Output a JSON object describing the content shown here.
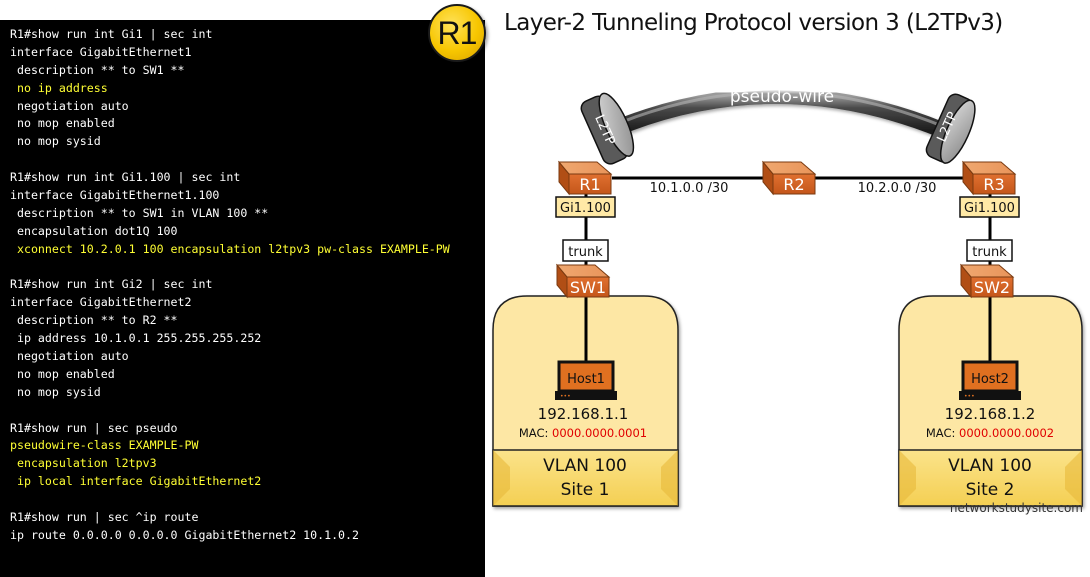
{
  "badge": {
    "label": "R1"
  },
  "title": "Layer-2 Tunneling Protocol version 3 (L2TPv3)",
  "terminal": {
    "lines": [
      {
        "text": "R1#show run int Gi1 | sec int",
        "highlight": false
      },
      {
        "text": "interface GigabitEthernet1",
        "highlight": false
      },
      {
        "text": " description ** to SW1 **",
        "highlight": false
      },
      {
        "text": " no ip address",
        "highlight": true
      },
      {
        "text": " negotiation auto",
        "highlight": false
      },
      {
        "text": " no mop enabled",
        "highlight": false
      },
      {
        "text": " no mop sysid",
        "highlight": false
      },
      {
        "text": "",
        "highlight": false
      },
      {
        "text": "R1#show run int Gi1.100 | sec int",
        "highlight": false
      },
      {
        "text": "interface GigabitEthernet1.100",
        "highlight": false
      },
      {
        "text": " description ** to SW1 in VLAN 100 **",
        "highlight": false
      },
      {
        "text": " encapsulation dot1Q 100",
        "highlight": false
      },
      {
        "text": " xconnect 10.2.0.1 100 encapsulation l2tpv3 pw-class EXAMPLE-PW",
        "highlight": true
      },
      {
        "text": "",
        "highlight": false
      },
      {
        "text": "R1#show run int Gi2 | sec int",
        "highlight": false
      },
      {
        "text": "interface GigabitEthernet2",
        "highlight": false
      },
      {
        "text": " description ** to R2 **",
        "highlight": false
      },
      {
        "text": " ip address 10.1.0.1 255.255.255.252",
        "highlight": false
      },
      {
        "text": " negotiation auto",
        "highlight": false
      },
      {
        "text": " no mop enabled",
        "highlight": false
      },
      {
        "text": " no mop sysid",
        "highlight": false
      },
      {
        "text": "",
        "highlight": false
      },
      {
        "text": "R1#show run | sec pseudo",
        "highlight": false
      },
      {
        "text": "pseudowire-class EXAMPLE-PW",
        "highlight": true
      },
      {
        "text": " encapsulation l2tpv3",
        "highlight": true
      },
      {
        "text": " ip local interface GigabitEthernet2",
        "highlight": true
      },
      {
        "text": "",
        "highlight": false
      },
      {
        "text": "R1#show run | sec ^ip route",
        "highlight": false
      },
      {
        "text": "ip route 0.0.0.0 0.0.0.0 GigabitEthernet2 10.1.0.2",
        "highlight": false
      }
    ]
  },
  "diagram": {
    "pseudowire_label": "pseudo-wire",
    "tunnel_endpoints": [
      "L2TP",
      "L2TP"
    ],
    "routers": [
      {
        "id": "r1",
        "label": "R1"
      },
      {
        "id": "r2",
        "label": "R2"
      },
      {
        "id": "r3",
        "label": "R3"
      }
    ],
    "links": [
      {
        "id": "r1-r2",
        "label": "10.1.0.0 /30"
      },
      {
        "id": "r2-r3",
        "label": "10.2.0.0 /30"
      }
    ],
    "sites": [
      {
        "interface": "Gi1.100",
        "link": "trunk",
        "switch": "SW1",
        "host": "Host1",
        "ip": "192.168.1.1",
        "mac_label": "MAC:",
        "mac": "0000.0000.0001",
        "vlan": "VLAN 100",
        "site": "Site 1"
      },
      {
        "interface": "Gi1.100",
        "link": "trunk",
        "switch": "SW2",
        "host": "Host2",
        "ip": "192.168.1.2",
        "mac_label": "MAC:",
        "mac": "0000.0000.0002",
        "vlan": "VLAN 100",
        "site": "Site 2"
      }
    ],
    "watermark": "networkstudysite.com"
  },
  "colors": {
    "terminal_bg": "#000000",
    "terminal_text": "#ffffff",
    "terminal_highlight": "#ffff33",
    "device_orange": "#d5651f",
    "interface_box": "#ffe9a6",
    "site_area": "#fde7a4",
    "site_footer": "#f7d25c",
    "mac_red": "#e00000"
  }
}
